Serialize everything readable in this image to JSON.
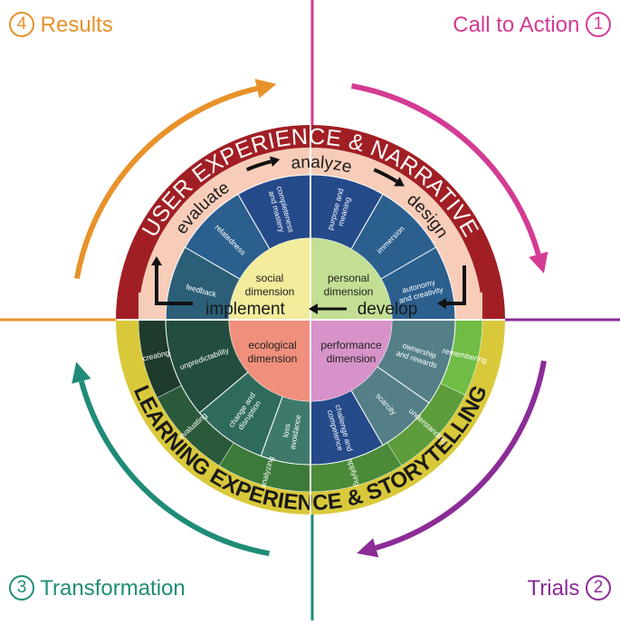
{
  "phases": {
    "results": {
      "num": "4",
      "label": "Results",
      "color": "#e8922a"
    },
    "call": {
      "label": "Call to Action",
      "num": "1",
      "color": "#d43b93"
    },
    "transformation": {
      "num": "3",
      "label": "Transformation",
      "color": "#1f8c77"
    },
    "trials": {
      "label": "Trials",
      "num": "2",
      "color": "#8b2c97"
    }
  },
  "outer_top": {
    "label": "USER EXPERIENCE & NARRATIVE",
    "color": "#a11f24"
  },
  "outer_bottom": {
    "label": "LEARNING EXPERIENCE & STORYTELLING",
    "color": "#d9c93a"
  },
  "process": {
    "evaluate": "evaluate",
    "analyze": "analyze",
    "design": "design",
    "implement": "implement",
    "develop": "develop"
  },
  "dimensions": {
    "social": {
      "line1": "social",
      "line2": "dimension",
      "color": "#f2ec9c"
    },
    "personal": {
      "line1": "personal",
      "line2": "dimension",
      "color": "#c3df93"
    },
    "ecological": {
      "line1": "ecological",
      "line2": "dimension",
      "color": "#f0907c"
    },
    "performance": {
      "line1": "performance",
      "line2": "dimension",
      "color": "#d793c9"
    }
  },
  "segments_top": [
    {
      "label": "feedback",
      "color": "#2b5f78"
    },
    {
      "label": "relatedness",
      "color": "#2b5f8e"
    },
    {
      "label": "completeness and mastery",
      "color": "#254a8a"
    },
    {
      "label": "purpose and meaning",
      "color": "#254a8a"
    },
    {
      "label": "immersion",
      "color": "#2b5f8e"
    },
    {
      "label": "autonomy and creativity",
      "color": "#2b5f8e"
    }
  ],
  "segments_bottom_left": [
    {
      "label": "unpredictability",
      "color": "#234d3e"
    },
    {
      "label": "change and disruption",
      "color": "#2f6b5c"
    },
    {
      "label": "loss avoidance",
      "color": "#3e7a6b"
    }
  ],
  "segments_bottom_right": [
    {
      "label": "challenge and competence",
      "color": "#254a8a"
    },
    {
      "label": "scarcity",
      "color": "#557f86"
    },
    {
      "label": "ownership and rewards",
      "color": "#557f86"
    }
  ],
  "bloom_left": [
    {
      "label": "creating",
      "color": "#1f3b2b"
    },
    {
      "label": "evaluating",
      "color": "#2b5a3a"
    },
    {
      "label": "analyzing",
      "color": "#3c7a3a"
    }
  ],
  "bloom_right": [
    {
      "label": "applying",
      "color": "#4a8a38"
    },
    {
      "label": "understanding",
      "color": "#5c9c3a"
    },
    {
      "label": "remembering",
      "color": "#6fbd45"
    }
  ]
}
